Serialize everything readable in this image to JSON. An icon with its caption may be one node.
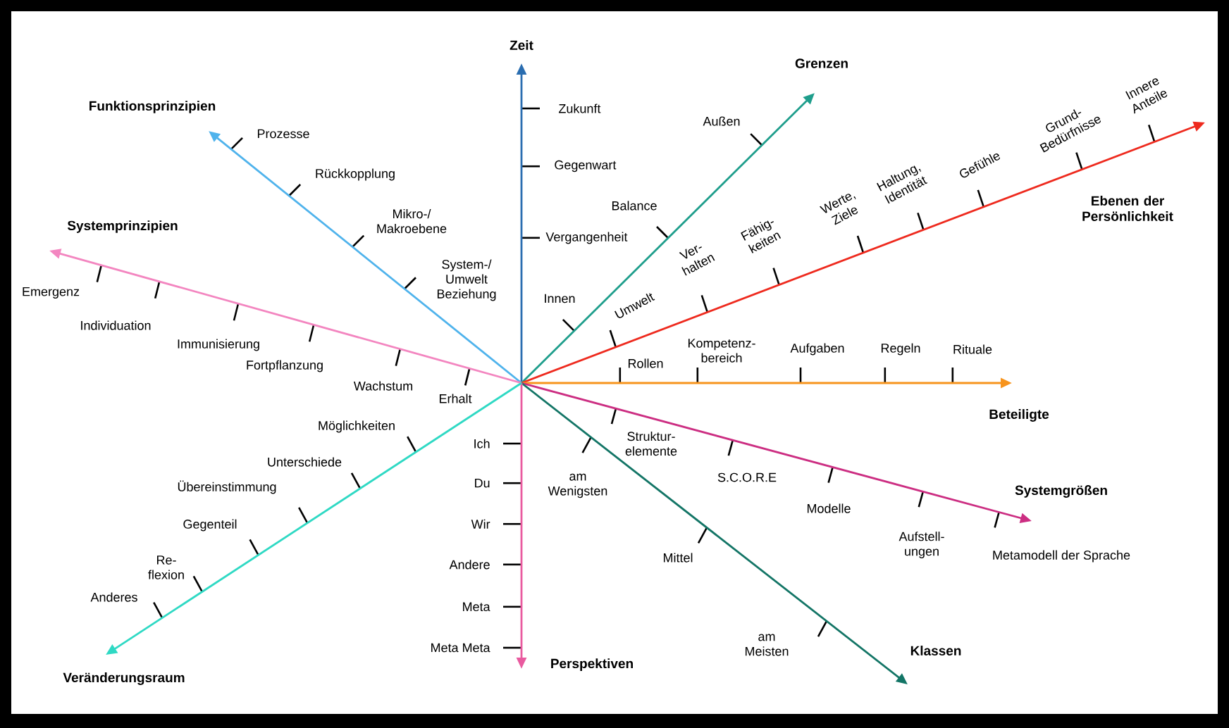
{
  "diagram": {
    "nodes": [
      {
        "text": [
          "Zeit"
        ]
      },
      {
        "text": [
          "Grenzen"
        ]
      },
      {
        "text": [
          "Funktionsprinzipien"
        ]
      },
      {
        "text": [
          "Ebenen der Persönlichkeit"
        ]
      },
      {
        "text": [
          "Systemprinzipien"
        ]
      },
      {
        "text": [
          "Beteiligte"
        ]
      },
      {
        "text": [
          "Systemgrößen"
        ]
      },
      {
        "text": [
          "Klassen"
        ]
      },
      {
        "text": [
          "Perspektiven"
        ]
      },
      {
        "text": [
          "Veränderungsraum"
        ]
      }
    ],
    "edges": [
      {
        "from": null,
        "to": 0,
        "arrow": "to",
        "color": "#2a6db0"
      },
      {
        "from": null,
        "to": 1,
        "arrow": "to",
        "color": "#1f9e8c"
      },
      {
        "from": null,
        "to": 2,
        "arrow": "to",
        "color": "#4fb3ec"
      },
      {
        "from": null,
        "to": 3,
        "arrow": "to",
        "color": "#ee2a1e"
      },
      {
        "from": null,
        "to": 4,
        "arrow": "to",
        "color": "#f386c0"
      },
      {
        "from": null,
        "to": 5,
        "arrow": "to",
        "color": "#f7941d"
      },
      {
        "from": null,
        "to": 6,
        "arrow": "to",
        "color": "#cc2e82"
      },
      {
        "from": null,
        "to": 7,
        "arrow": "to",
        "color": "#137566"
      },
      {
        "from": null,
        "to": 8,
        "arrow": "to",
        "color": "#e95a9f"
      },
      {
        "from": null,
        "to": 9,
        "arrow": "to",
        "color": "#2fd9c4"
      }
    ],
    "labels": [
      "Zukunft",
      "Gegenwart",
      "Vergangenheit",
      "Innen",
      "Balance",
      "Außen",
      "Prozesse",
      "Rückkopplung",
      "Mikro-/ Makroebene",
      "System-/ Umwelt Beziehung",
      "Umwelt",
      "Ver- halten",
      "Fähig- keiten",
      "Werte, Ziele",
      "Haltung, Identität",
      "Gefühle",
      "Grund- Bedürfnisse",
      "Innere Anteile",
      "Emergenz",
      "Individuation",
      "Immunisierung",
      "Fortpflanzung",
      "Wachstum",
      "Erhalt",
      "Rollen",
      "Kompetenz- bereich",
      "Aufgaben",
      "Regeln",
      "Rituale",
      "Struktur- elemente",
      "S.C.O.R.E",
      "Modelle",
      "Aufstell- ungen",
      "Metamodell der Sprache",
      "am Wenigsten",
      "Mittel",
      "am Meisten",
      "Ich",
      "Du",
      "Wir",
      "Andere",
      "Meta",
      "Meta Meta",
      "Möglichkeiten",
      "Unterschiede",
      "Übereinstimmung",
      "Gegenteil",
      "Re- flexion",
      "Anderes"
    ]
  }
}
